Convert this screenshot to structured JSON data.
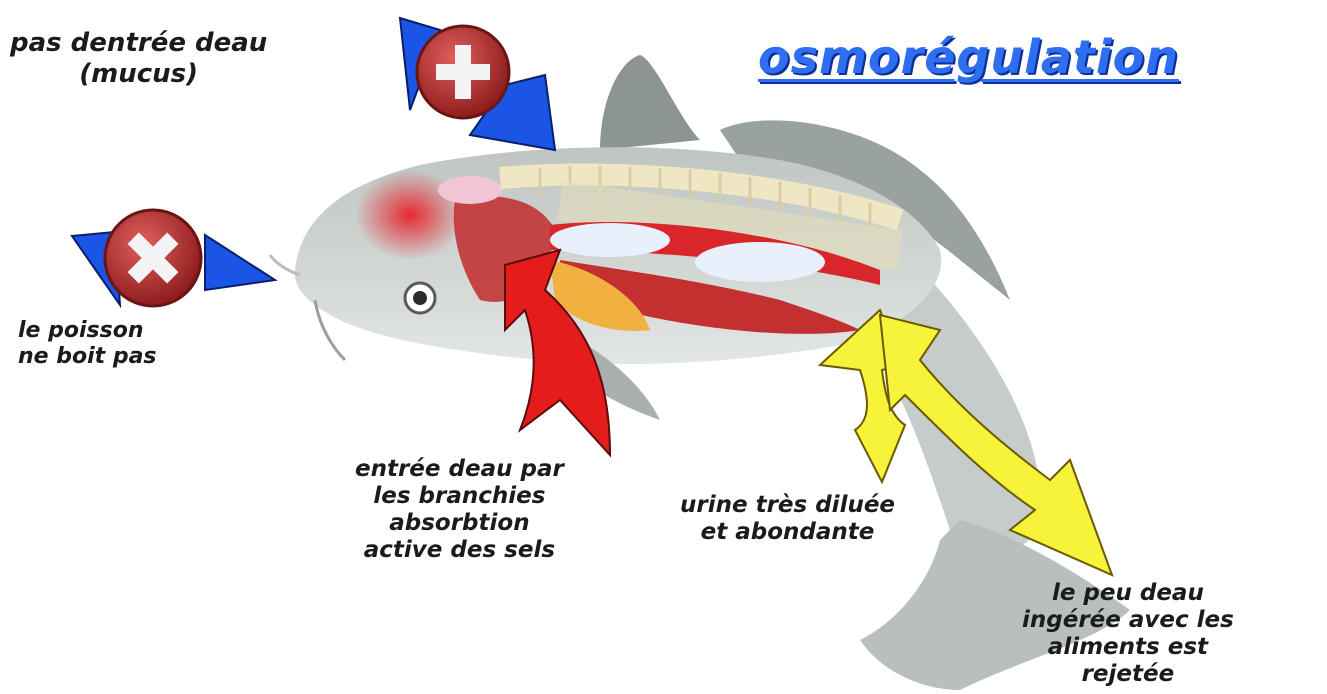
{
  "title": "osmorégulation",
  "labels": {
    "mucus": [
      "pas dentrée deau",
      "(mucus)"
    ],
    "boit": [
      "le poisson",
      "ne boit pas"
    ],
    "branchies": [
      "entrée deau par",
      "les branchies",
      "absorbtion",
      "active des sels"
    ],
    "urine": [
      "urine très diluée",
      "et abondante"
    ],
    "rejet": [
      "le peu deau",
      "ingérée avec les",
      "aliments est",
      "rejetée"
    ]
  },
  "colors": {
    "title": "#2f6ef0",
    "forbidden_badge": "#b8302f",
    "blue_arrow": "#1a55e6",
    "red_arrow": "#e51c1c",
    "yellow_arrow": "#f7f23a",
    "fish_body": "#c9cfcc"
  },
  "icons": [
    "forbidden-badge-icon",
    "blue-arrow-icon",
    "red-arrow-icon",
    "yellow-arrow-icon"
  ]
}
